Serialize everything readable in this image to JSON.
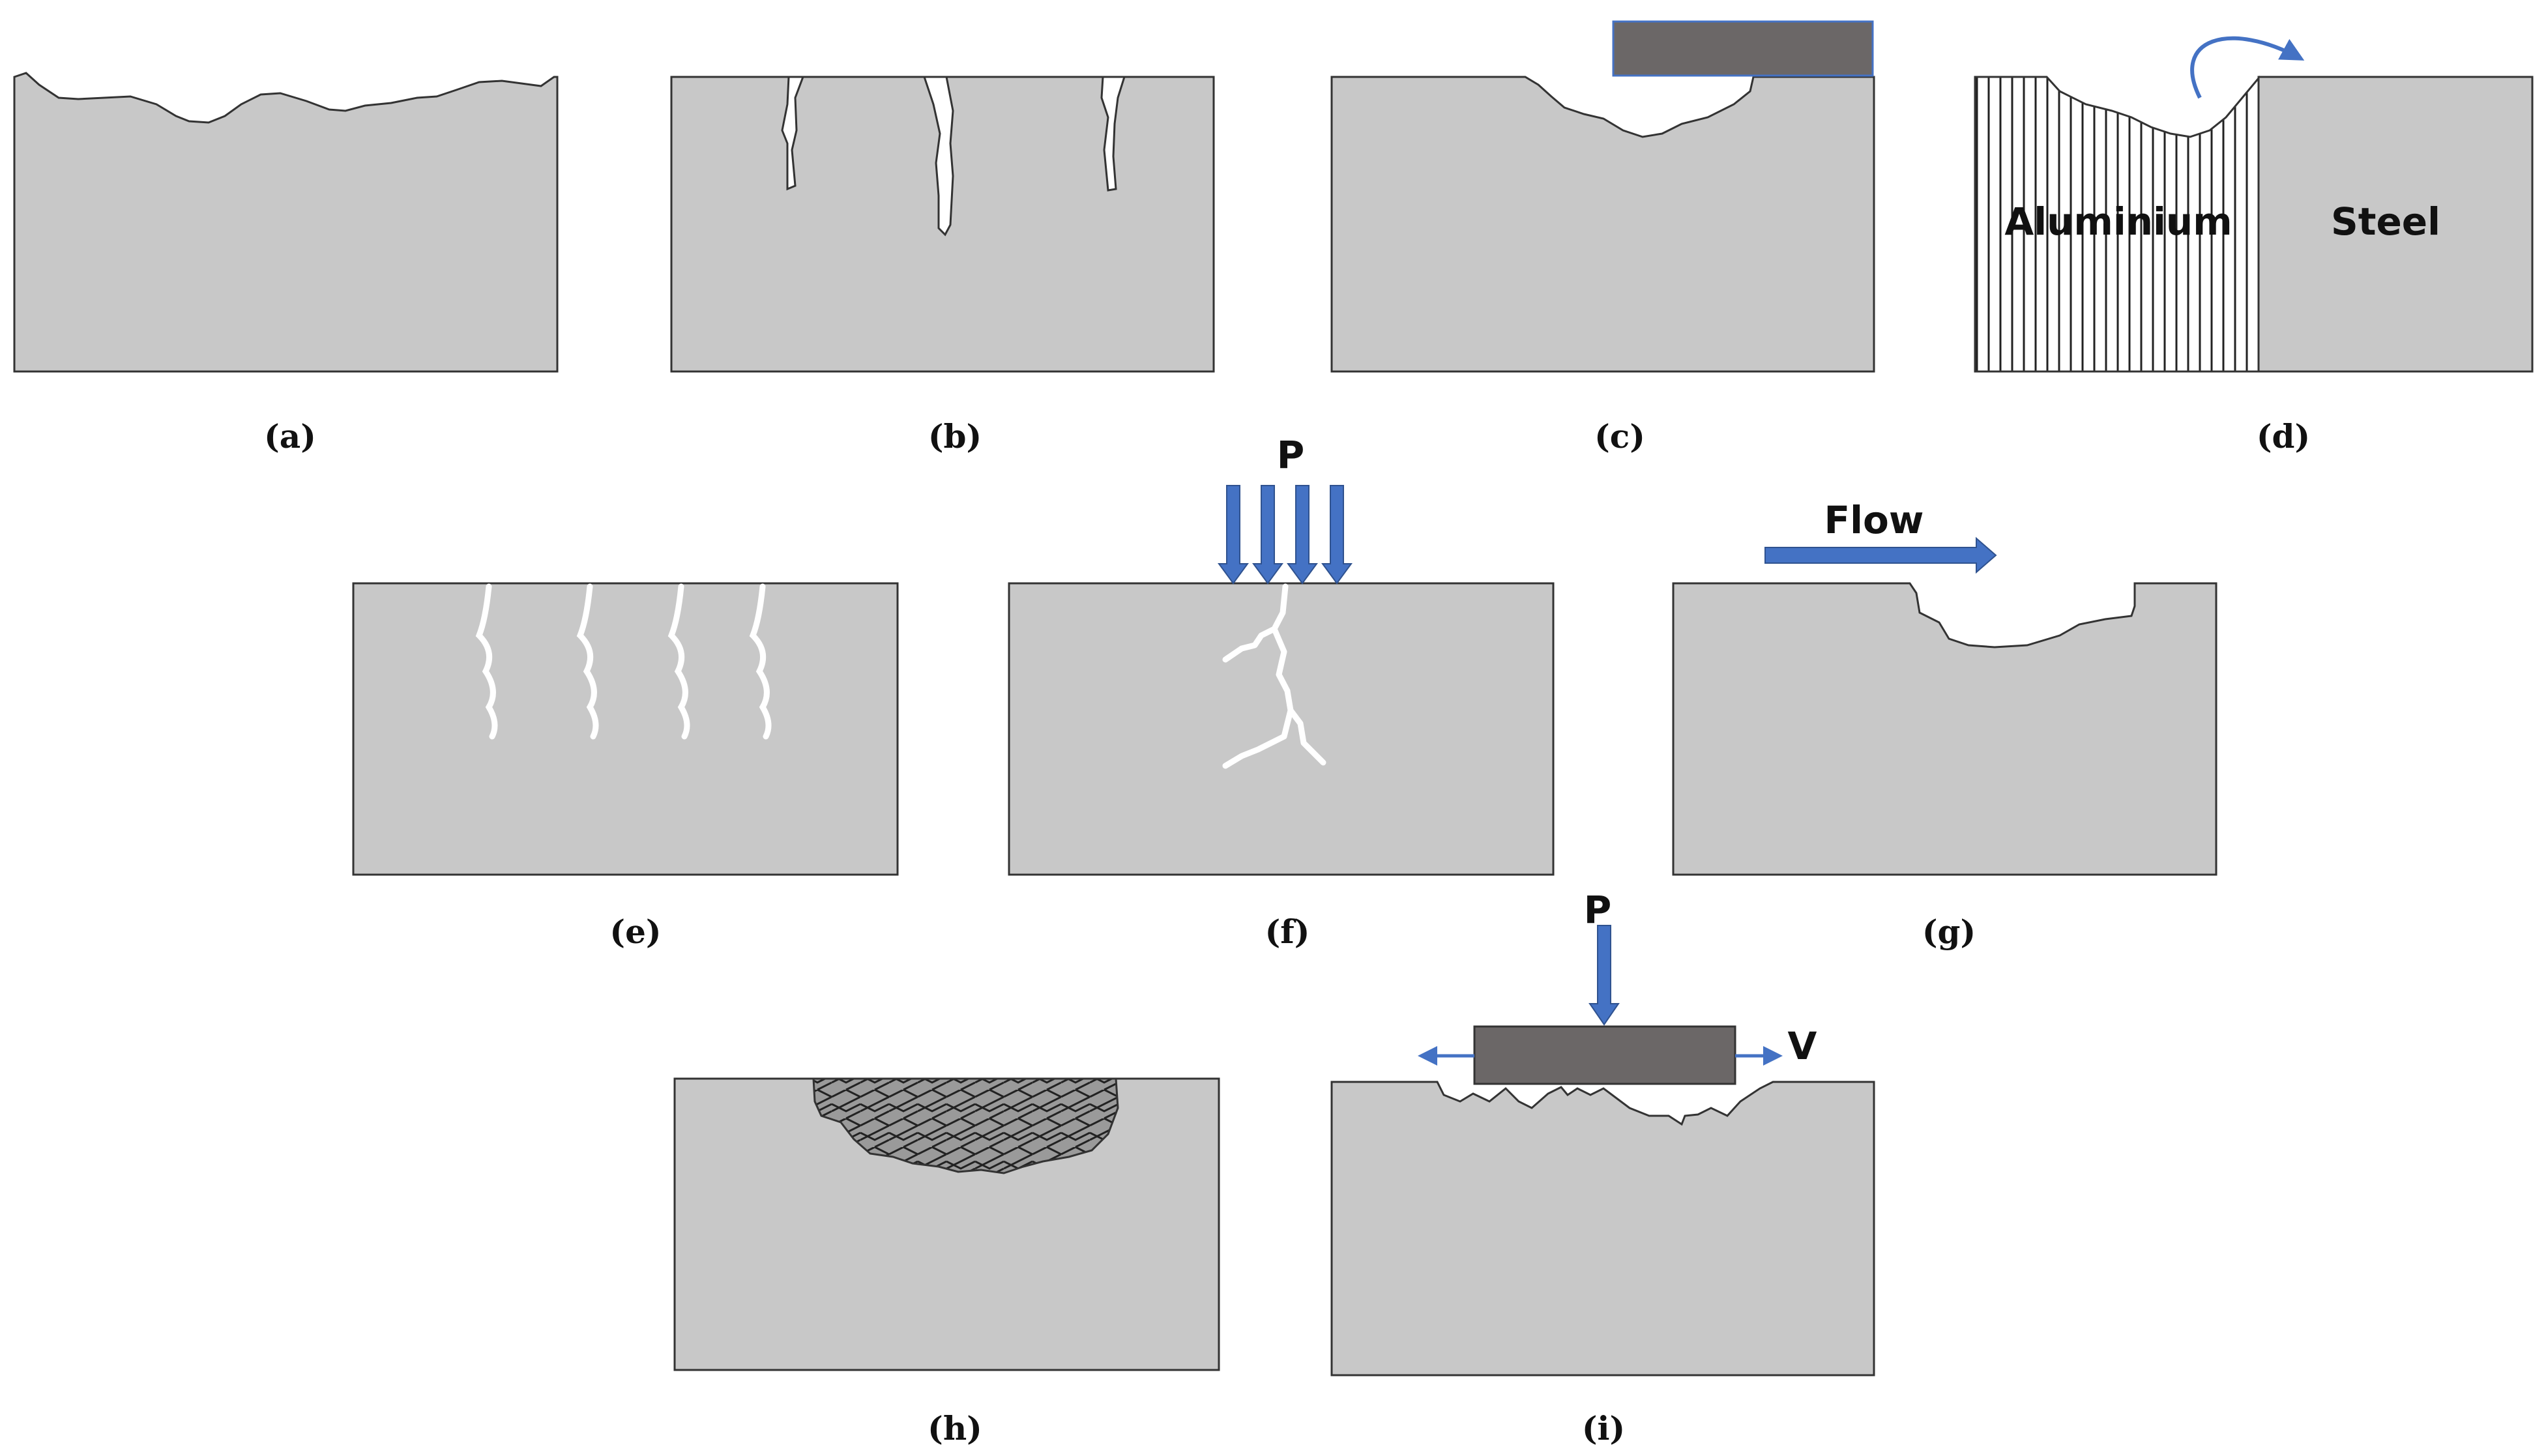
{
  "figure": {
    "panels": [
      {
        "id": "a",
        "caption": "(a)"
      },
      {
        "id": "b",
        "caption": "(b)"
      },
      {
        "id": "c",
        "caption": "(c)"
      },
      {
        "id": "d",
        "caption": "(d)",
        "labels": {
          "left_material": "Aluminium",
          "right_material": "Steel"
        }
      },
      {
        "id": "e",
        "caption": "(e)"
      },
      {
        "id": "f",
        "caption": "(f)",
        "labels": {
          "load": "P"
        }
      },
      {
        "id": "g",
        "caption": "(g)",
        "labels": {
          "flow": "Flow"
        }
      },
      {
        "id": "h",
        "caption": "(h)"
      },
      {
        "id": "i",
        "caption": "(i)",
        "labels": {
          "load": "P",
          "velocity": "V"
        }
      }
    ]
  },
  "colors": {
    "specimen_fill": "#c8c8c8",
    "outline": "#333333",
    "indenter_fill": "#6b6767",
    "arrow_blue": "#4472c4",
    "crack": "#ffffff"
  }
}
